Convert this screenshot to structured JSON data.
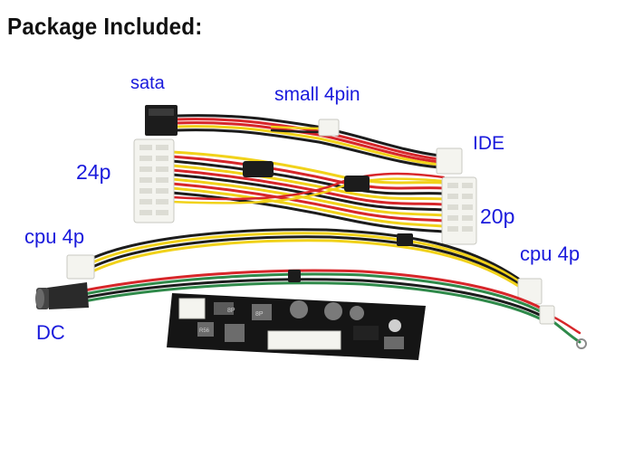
{
  "heading": "Package Included:",
  "labels": {
    "sata": "sata",
    "small_4pin": "small 4pin",
    "ide": "IDE",
    "p24": "24p",
    "p20": "20p",
    "cpu_left": "cpu 4p",
    "cpu_right": "cpu 4p",
    "dc": "DC"
  },
  "board": {
    "cap_marks": [
      "8P",
      "8P"
    ],
    "inductor_mark": "R56"
  },
  "colors": {
    "label_blue": "#1a1adc",
    "heading_black": "#111111",
    "wire_red": "#d7262a",
    "wire_yellow": "#f1d21a",
    "wire_black": "#1c1c1c",
    "wire_green": "#2f8a4a",
    "connector_white": "#f4f4ef",
    "board_black": "#151515"
  }
}
